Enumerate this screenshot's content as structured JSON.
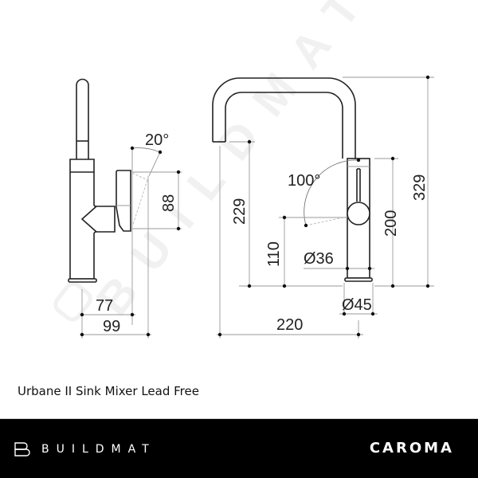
{
  "product": {
    "title": "Urbane II Sink Mixer Lead Free"
  },
  "watermark": {
    "text": "BUILDMAT"
  },
  "side_view": {
    "dimensions": {
      "lever_angle": "20°",
      "lever_height": "88",
      "lever_offset": "77",
      "total_depth": "99"
    }
  },
  "front_view": {
    "dimensions": {
      "spout_height": "229",
      "lever_rotation": "100°",
      "lever_height_from_base": "110",
      "body_diameter": "Ø36",
      "base_diameter": "Ø45",
      "body_height": "200",
      "total_height": "329",
      "spout_reach": "220"
    }
  },
  "footer": {
    "left_brand": "BUILDMAT",
    "right_brand": "CAROMA",
    "background": "#000000",
    "text_color": "#ffffff"
  }
}
